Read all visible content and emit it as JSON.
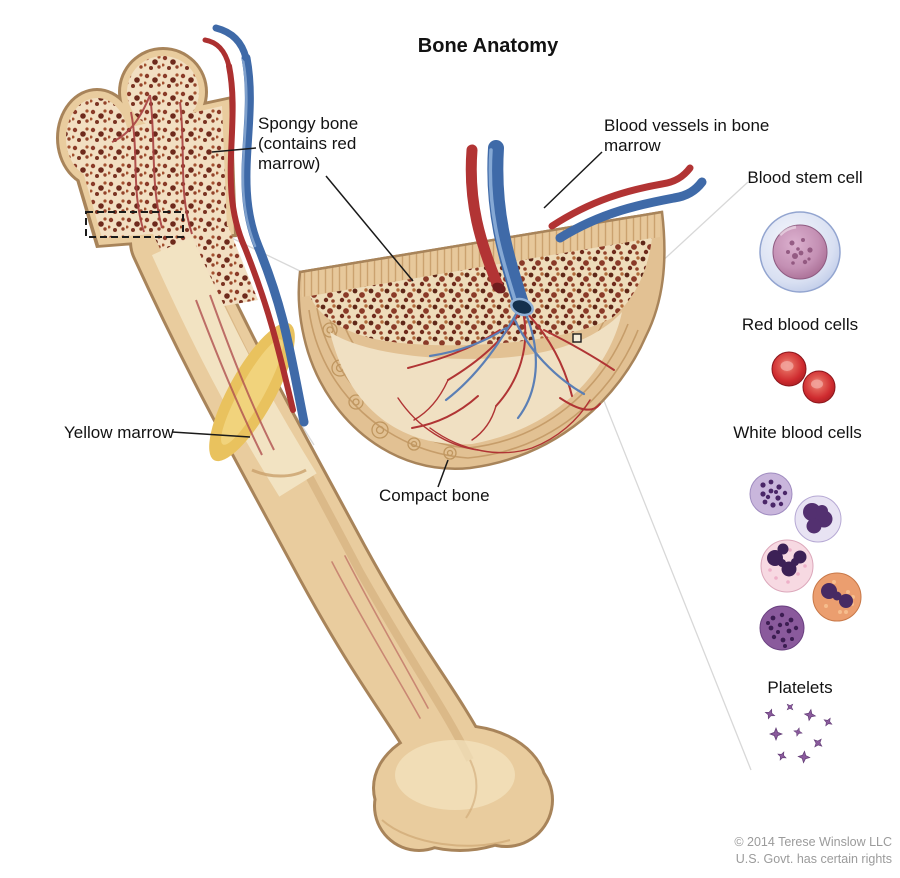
{
  "title": "Bone Anatomy",
  "labels": {
    "spongy_bone": "Spongy bone (contains red marrow)",
    "blood_vessels": "Blood vessels in bone marrow",
    "yellow_marrow": "Yellow marrow",
    "compact_bone": "Compact bone"
  },
  "cell_labels": {
    "blood_stem_cell": "Blood stem cell",
    "red_blood_cells": "Red blood cells",
    "white_blood_cells": "White blood cells",
    "platelets": "Platelets"
  },
  "copyright": {
    "line1": "© 2014 Terese Winslow LLC",
    "line2": "U.S. Govt. has certain rights"
  },
  "colors": {
    "bone_tan": "#e9cc9e",
    "bone_outline": "#a8845a",
    "spongy_red": "#8a3a28",
    "marrow_yellow": "#e9c25e",
    "artery_red": "#b23434",
    "vein_blue": "#3f6aa8",
    "stem_cell_pink": "#c490b4",
    "rbc_red": "#cf2b2f",
    "wbc_purple": "#533070",
    "platelet_purple": "#8a5a9c"
  }
}
